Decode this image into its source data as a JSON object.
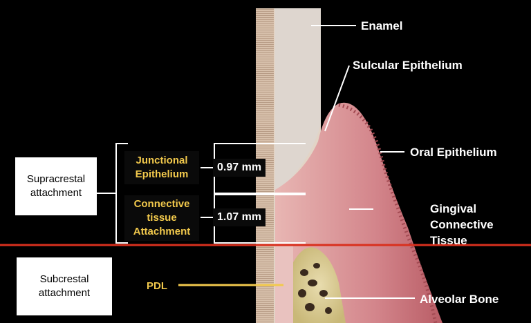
{
  "labels": {
    "enamel": "Enamel",
    "sulcular_epithelium": "Sulcular Epithelium",
    "oral_epithelium": "Oral Epithelium",
    "gingival_connective_tissue_1": "Gingival",
    "gingival_connective_tissue_2": "Connective",
    "gingival_connective_tissue_3": "Tissue",
    "alveolar_bone": "Alveolar Bone",
    "junctional_epithelium": "Junctional\nEpithelium",
    "connective_tissue_attachment": "Connective\ntissue\nAttachment",
    "pdl": "PDL"
  },
  "measurements": {
    "junctional": "0.97 mm",
    "connective": "1.07 mm"
  },
  "boxes": {
    "supracrestal": "Supracrestal\nattachment",
    "subcrestal": "Subcrestal\nattachment"
  },
  "colors": {
    "yellow_accent": "#f2c94c",
    "crest_line": "#d9301e",
    "gingiva": "#c96d74",
    "enamel": "#ded6cf"
  }
}
